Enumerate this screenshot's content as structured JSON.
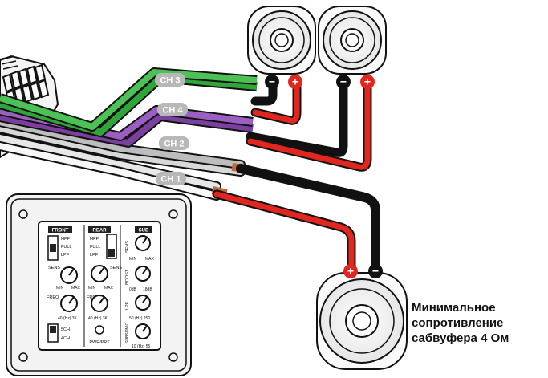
{
  "colors": {
    "wire_red": "#e0261e",
    "wire_black": "#111111",
    "wire_green": "#2fa53a",
    "wire_purple": "#7b3fa0",
    "wire_gray": "#cfcfcf",
    "label_bg": "#b8b8b8",
    "panel_bg": "#f1f1f1"
  },
  "channels": {
    "ch1": "CH 1",
    "ch2": "CH 2",
    "ch3": "CH 3",
    "ch4": "CH 4"
  },
  "terminals": {
    "plus": "+",
    "minus": "−"
  },
  "panel": {
    "sections": {
      "front": "FRONT",
      "rear": "REAR",
      "sub": "SUB"
    },
    "filter_options": {
      "hpf": "HPF",
      "full": "FULL",
      "lpf": "LPF"
    },
    "front": {
      "sens": "SENS",
      "freq": "FREQ",
      "min": "MIN",
      "max": "MAX",
      "range": "40 (Hz) 3K"
    },
    "rear": {
      "sens": "SENS",
      "freq": "FREQ",
      "min": "MIN",
      "max": "MAX",
      "range": "40 (Hz) 3K"
    },
    "sub": {
      "sens": "SENS",
      "min": "MIN",
      "max": "MAX",
      "boost": "BOOST",
      "boost_min": "0dB",
      "boost_max": "18dB",
      "lpf": "LPF",
      "lpf_range": "50 (Hz) 250",
      "subsonic": "SUBSONIC",
      "subsonic_range": "10 (Hz) 55"
    },
    "mode": {
      "ch5": "5CH",
      "ch4": "4CH"
    },
    "power_label": "PWR/PRT"
  },
  "caption": {
    "line1": "Минимальное",
    "line2": "сопротивление",
    "line3": "сабвуфера 4 Ом"
  }
}
